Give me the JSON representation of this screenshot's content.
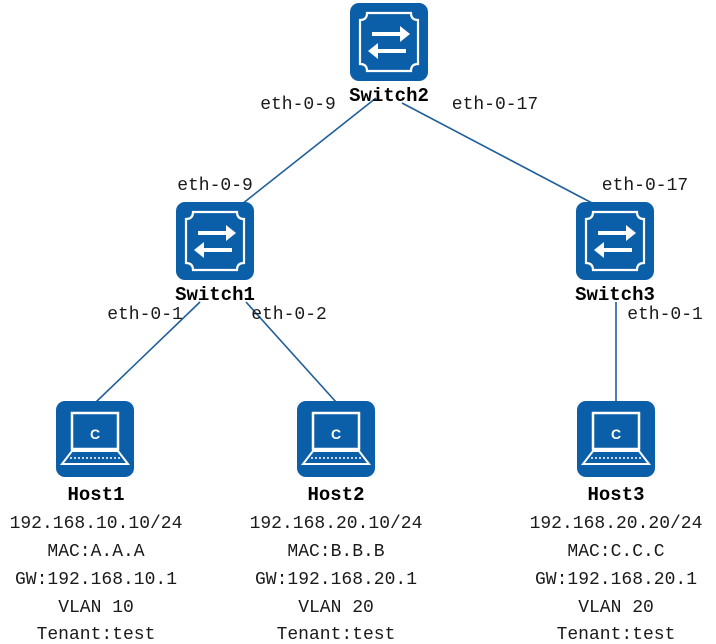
{
  "colors": {
    "device": "#0b5ea8",
    "link": "#1f5f99",
    "text": "#1a1a1a",
    "background": "#ffffff"
  },
  "icons": {
    "switch": "switch-icon",
    "host": "computer-icon"
  },
  "switches": {
    "switch2": {
      "name": "Switch2",
      "port_left": "eth-0-9",
      "port_right": "eth-0-17"
    },
    "switch1": {
      "name": "Switch1",
      "port_up": "eth-0-9",
      "port_left": "eth-0-1",
      "port_right": "eth-0-2"
    },
    "switch3": {
      "name": "Switch3",
      "port_up": "eth-0-17",
      "port_down": "eth-0-1"
    }
  },
  "hosts": [
    {
      "name": "Host1",
      "ip": "192.168.10.10/24",
      "mac": "MAC:A.A.A",
      "gw": "GW:192.168.10.1",
      "vlan": "VLAN 10",
      "tenant": "Tenant:test",
      "icon_letter": "C"
    },
    {
      "name": "Host2",
      "ip": "192.168.20.10/24",
      "mac": "MAC:B.B.B",
      "gw": "GW:192.168.20.1",
      "vlan": "VLAN 20",
      "tenant": "Tenant:test",
      "icon_letter": "C"
    },
    {
      "name": "Host3",
      "ip": "192.168.20.20/24",
      "mac": "MAC:C.C.C",
      "gw": "GW:192.168.20.1",
      "vlan": "VLAN 20",
      "tenant": "Tenant:test",
      "icon_letter": "C"
    }
  ]
}
